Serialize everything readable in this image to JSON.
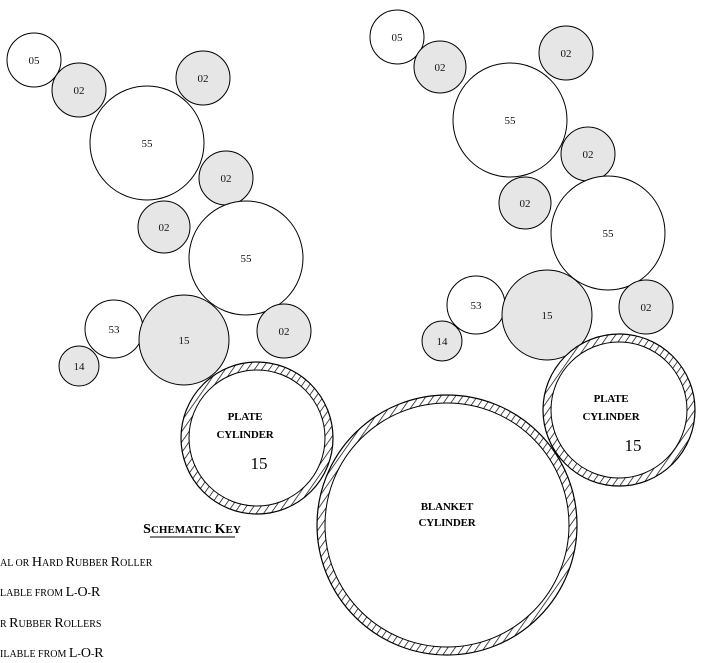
{
  "diagram": {
    "left_unit": {
      "rollers": [
        {
          "label": "05",
          "fill": "white"
        },
        {
          "label": "02",
          "fill": "gray"
        },
        {
          "label": "02",
          "fill": "gray"
        },
        {
          "label": "55",
          "fill": "white"
        },
        {
          "label": "02",
          "fill": "gray"
        },
        {
          "label": "02",
          "fill": "gray"
        },
        {
          "label": "55",
          "fill": "white"
        },
        {
          "label": "53",
          "fill": "white"
        },
        {
          "label": "15",
          "fill": "gray"
        },
        {
          "label": "02",
          "fill": "gray"
        },
        {
          "label": "14",
          "fill": "gray"
        }
      ],
      "plate_cylinder": {
        "line1": "PLATE",
        "line2": "CYLINDER",
        "number": "15"
      }
    },
    "right_unit": {
      "rollers": [
        {
          "label": "05",
          "fill": "white"
        },
        {
          "label": "02",
          "fill": "gray"
        },
        {
          "label": "02",
          "fill": "gray"
        },
        {
          "label": "55",
          "fill": "white"
        },
        {
          "label": "02",
          "fill": "gray"
        },
        {
          "label": "02",
          "fill": "gray"
        },
        {
          "label": "55",
          "fill": "white"
        },
        {
          "label": "53",
          "fill": "white"
        },
        {
          "label": "15",
          "fill": "gray"
        },
        {
          "label": "02",
          "fill": "gray"
        },
        {
          "label": "14",
          "fill": "gray"
        }
      ],
      "plate_cylinder": {
        "line1": "PLATE",
        "line2": "CYLINDER",
        "number": "15"
      }
    },
    "blanket_cylinder": {
      "line1": "BLANKET",
      "line2": "CYLINDER"
    },
    "key": {
      "title": "Schematic Key",
      "lines": [
        "al or Hard Rubber Roller",
        "lable from L-O-R",
        "r Rubber Rollers",
        "ilable from L-O-R"
      ]
    },
    "colors": {
      "gray_roller": "#e6e6e6",
      "white_roller": "#ffffff",
      "outline": "#000000"
    }
  }
}
